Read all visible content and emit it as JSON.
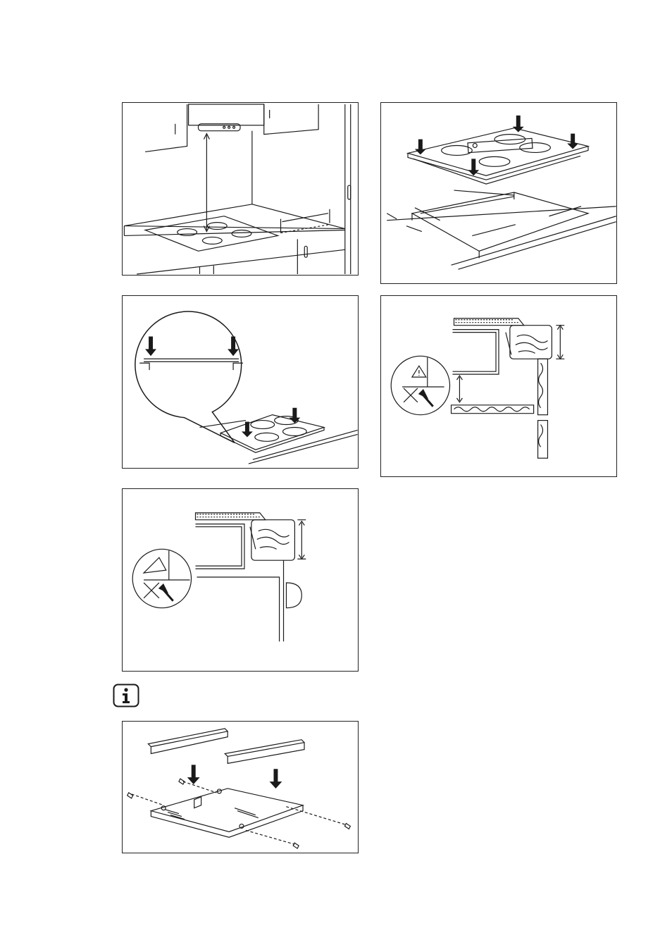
{
  "page": {
    "figures": [
      "hob-installation-overview",
      "hob-placement-into-cutout",
      "hob-press-down-detail",
      "worktop-cross-section-with-drawer",
      "worktop-cross-section-with-door",
      "hob-frame-assembly"
    ],
    "info_icon": "info-icon",
    "colors": {
      "line": "#1a1a1a",
      "frame": "#222222",
      "background": "#ffffff"
    }
  }
}
